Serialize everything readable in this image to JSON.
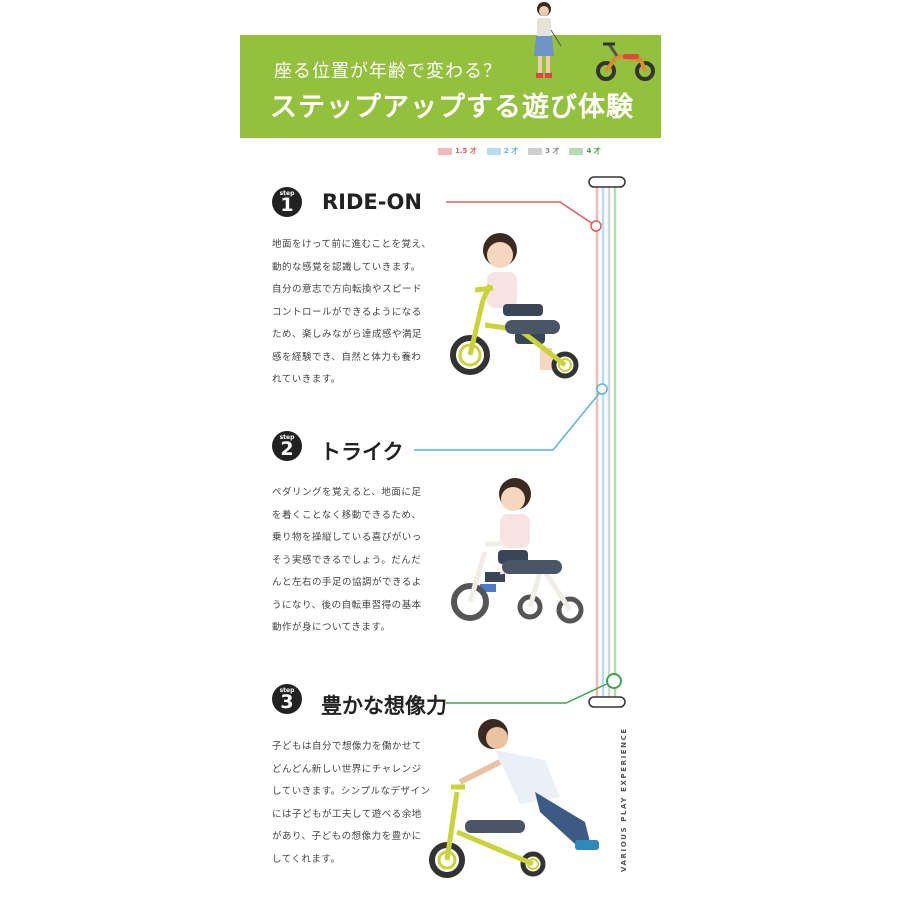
{
  "banner": {
    "subtitle": "座る位置が年齢で変わる？",
    "title": "ステップアップする遊び体験",
    "bg_color": "#93c13d"
  },
  "legend": [
    {
      "label": "1.5 才",
      "color": "#f4b8b8"
    },
    {
      "label": "2 才",
      "color": "#b6def2"
    },
    {
      "label": "3 才",
      "color": "#cfcfcf"
    },
    {
      "label": "4 才",
      "color": "#b3dcb3"
    }
  ],
  "steps": [
    {
      "word": "step",
      "number": "1",
      "title": "RIDE-ON",
      "accent": "#e05b5b",
      "lines": [
        "地面をけって前に進むことを覚え、",
        "動的な感覚を認識していきます。",
        "自分の意志で方向転換やスピード",
        "コントロールができるようになる",
        "ため、楽しみながら達成感や満足",
        "感を経験でき、自然と体力も養わ",
        "れていきます。"
      ]
    },
    {
      "word": "step",
      "number": "2",
      "title": "トライク",
      "accent": "#58b3dc",
      "lines": [
        "ペダリングを覚えると、地面に足",
        "を着くことなく移動できるため、",
        "乗り物を操縦している喜びがいっ",
        "そう実感できるでしょう。だんだ",
        "んと左右の手足の協調ができるよ",
        "うになり、後の自転車習得の基本",
        "動作が身についてきます。"
      ]
    },
    {
      "word": "step",
      "number": "3",
      "title": "豊かな想像力",
      "accent": "#3fa34d",
      "lines": [
        "子どもは自分で想像力を働かせて",
        "どんどん新しい世界にチャレンジ",
        "していきます。シンプルなデザイン",
        "には子どもが工夫して遊べる余地",
        "があり、子どもの想像力を豊かに",
        "してくれます。"
      ]
    }
  ],
  "side_tag": "VARIOUS PLAY EXPERIENCE"
}
